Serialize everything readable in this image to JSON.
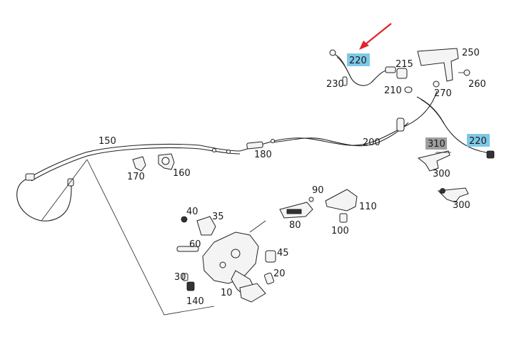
{
  "colors": {
    "highlight_blue": "#7ec8e8",
    "highlight_gray": "#9e9e9e",
    "arrow_red": "#e0232a",
    "line": "#222222"
  },
  "labels": {
    "p220_top": "220",
    "p215": "215",
    "p250": "250",
    "p230": "230",
    "p210": "210",
    "p270": "270",
    "p260": "260",
    "p150": "150",
    "p200": "200",
    "p180": "180",
    "p310": "310",
    "p220_right": "220",
    "p300_a": "300",
    "p300_b": "300",
    "p170": "170",
    "p160": "160",
    "p90": "90",
    "p110": "110",
    "p40": "40",
    "p35": "35",
    "p80": "80",
    "p100": "100",
    "p60": "60",
    "p45": "45",
    "p30": "30",
    "p20": "20",
    "p140": "140",
    "p10": "10"
  }
}
